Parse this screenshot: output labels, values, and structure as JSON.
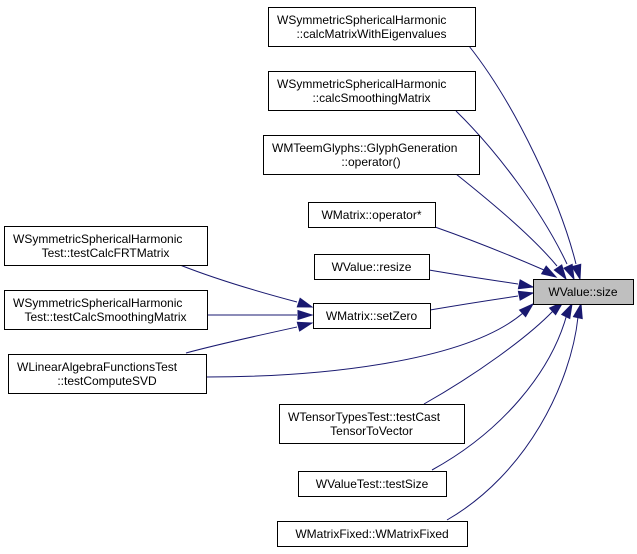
{
  "graph": {
    "colors": {
      "edge": "#191970",
      "node_border": "#000000",
      "focus_fill": "#bfbfbf",
      "node_fill": "#ffffff"
    },
    "nodes": {
      "value_size": {
        "lines": [
          "WValue::size"
        ]
      },
      "calc_eigen": {
        "lines": [
          "WSymmetricSphericalHarmonic",
          "::calcMatrixWithEigenvalues"
        ]
      },
      "calc_smooth": {
        "lines": [
          "WSymmetricSphericalHarmonic",
          "::calcSmoothingMatrix"
        ]
      },
      "glyph_op": {
        "lines": [
          "WMTeemGlyphs::GlyphGeneration",
          "::operator()"
        ]
      },
      "matrix_mul": {
        "lines": [
          "WMatrix::operator*"
        ]
      },
      "value_resize": {
        "lines": [
          "WValue::resize"
        ]
      },
      "set_zero": {
        "lines": [
          "WMatrix::setZero"
        ]
      },
      "test_frt": {
        "lines": [
          "WSymmetricSphericalHarmonic",
          "Test::testCalcFRTMatrix"
        ]
      },
      "test_smooth": {
        "lines": [
          "WSymmetricSphericalHarmonic",
          "Test::testCalcSmoothingMatrix"
        ]
      },
      "test_svd": {
        "lines": [
          "WLinearAlgebraFunctionsTest",
          "::testComputeSVD"
        ]
      },
      "test_cast": {
        "lines": [
          "WTensorTypesTest::testCast",
          "TensorToVector"
        ]
      },
      "test_size": {
        "lines": [
          "WValueTest::testSize"
        ]
      },
      "matrix_fixed": {
        "lines": [
          "WMatrixFixed::WMatrixFixed"
        ]
      }
    },
    "edges": [
      {
        "from": "calc_eigen",
        "to": "value_size"
      },
      {
        "from": "calc_smooth",
        "to": "value_size"
      },
      {
        "from": "glyph_op",
        "to": "value_size"
      },
      {
        "from": "matrix_mul",
        "to": "value_size"
      },
      {
        "from": "value_resize",
        "to": "value_size"
      },
      {
        "from": "set_zero",
        "to": "value_size"
      },
      {
        "from": "test_svd",
        "to": "value_size"
      },
      {
        "from": "test_cast",
        "to": "value_size"
      },
      {
        "from": "test_size",
        "to": "value_size"
      },
      {
        "from": "matrix_fixed",
        "to": "value_size"
      },
      {
        "from": "test_frt",
        "to": "set_zero"
      },
      {
        "from": "test_smooth",
        "to": "set_zero"
      },
      {
        "from": "test_svd",
        "to": "set_zero"
      }
    ]
  }
}
